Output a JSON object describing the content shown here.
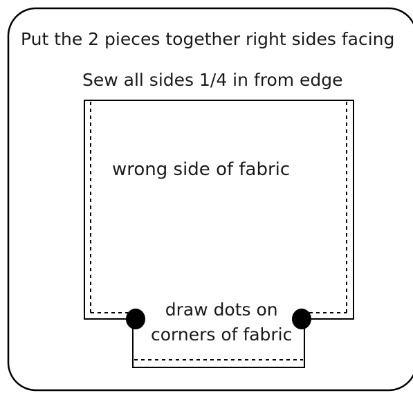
{
  "instructions": {
    "line1": "Put the 2 pieces together right sides facing",
    "line2": "Sew all sides 1/4 in from edge"
  },
  "fabric": {
    "label": "wrong side of fabric"
  },
  "dots_note": {
    "line1": "draw dots on",
    "line2": "corners of fabric"
  },
  "colors": {
    "stroke": "#000000",
    "text": "#1a1a1a",
    "background": "#ffffff"
  }
}
